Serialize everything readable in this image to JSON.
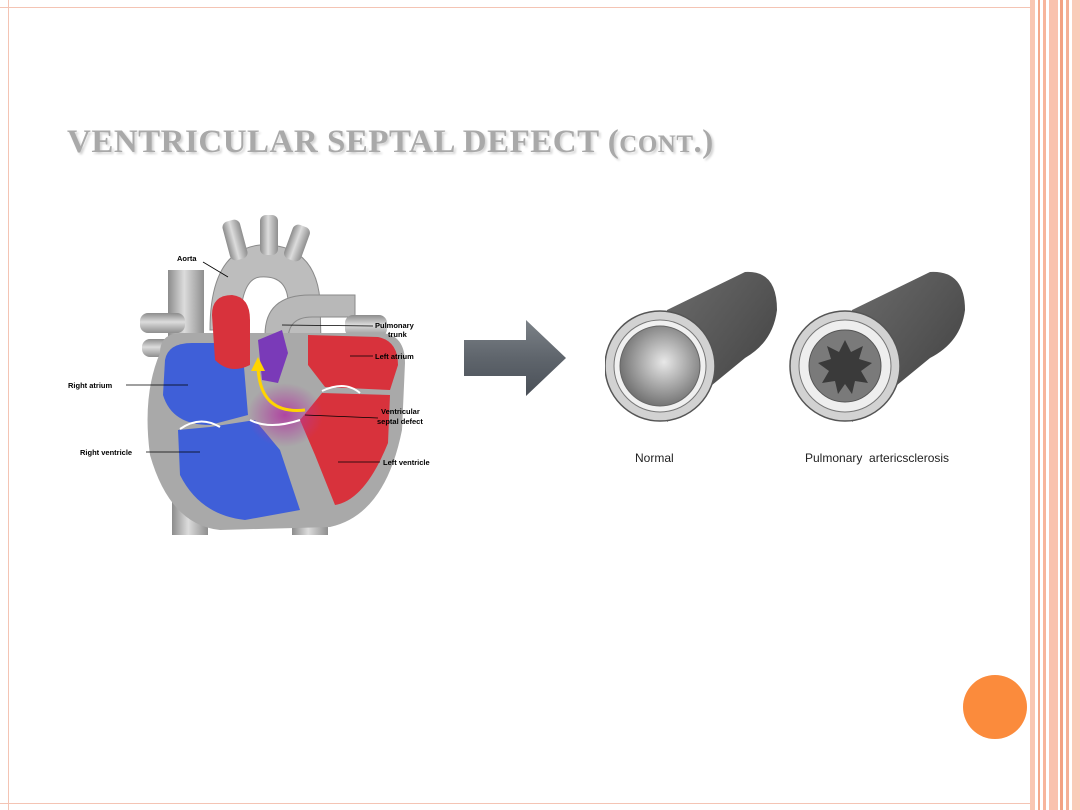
{
  "slide": {
    "title_main": "VENTRICULAR SEPTAL DEFECT (",
    "title_small": "CONT",
    "title_end": ".)"
  },
  "heart_diagram": {
    "labels": {
      "aorta": "Aorta",
      "pulmonary_trunk_1": "Pulmonary",
      "pulmonary_trunk_2": "trunk",
      "left_atrium": "Left atrium",
      "right_atrium": "Right atrium",
      "vsd_1": "Ventricular",
      "vsd_2": "septal defect",
      "right_ventricle": "Right ventricle",
      "left_ventricle": "Left ventricle"
    },
    "colors": {
      "oxygenated": "#d8323c",
      "deoxygenated": "#3f5fd8",
      "mixed": "#7a3ab8",
      "shunt_arrow": "#ffd400"
    }
  },
  "vessel_diagram": {
    "normal_label": "Normal",
    "sclerosis_label": "Pulmonary  artericsclerosis"
  },
  "theme": {
    "accent": "#fb8b3c",
    "frame": "#f4c4b4"
  }
}
